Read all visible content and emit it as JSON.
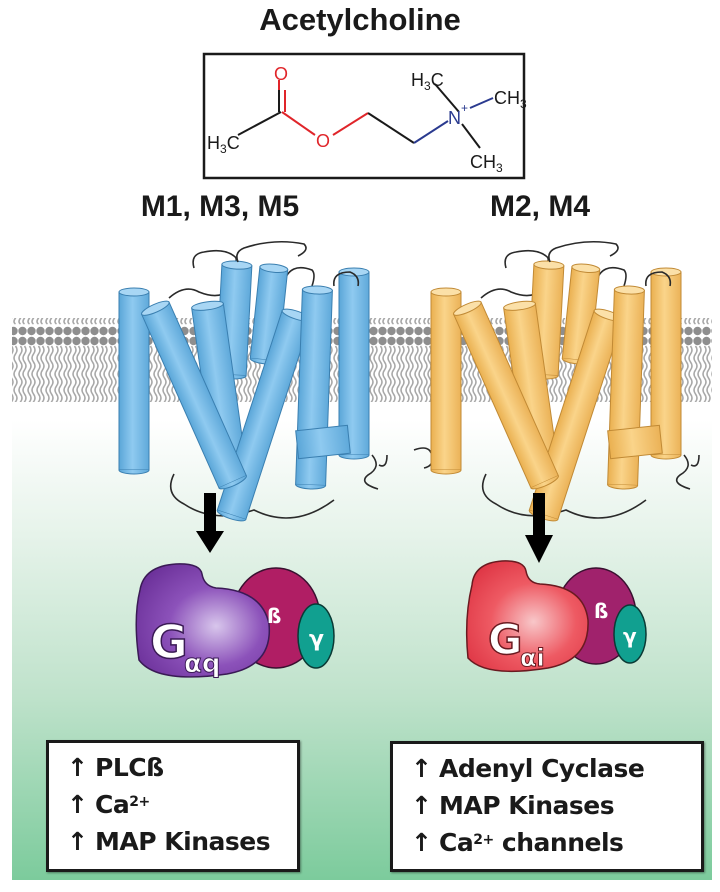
{
  "title": "Acetylcholine",
  "molecule": {
    "name": "Acetylcholine",
    "atoms": {
      "methyl_left": "H3C",
      "carbonyl_oxygen": "O",
      "ester_oxygen": "O",
      "nitrogen": "N",
      "nitrogen_charge": "+",
      "methyl_top": "H3C",
      "methyl_right": "CH3",
      "methyl_bottom": "CH3"
    },
    "colors": {
      "oxygen": "#e0252a",
      "nitrogen": "#2a3a8f",
      "carbon": "#1a1a1a"
    }
  },
  "groups": [
    {
      "title": "M1, M3, M5",
      "receptor_color": "#7ec0ea",
      "g_protein": {
        "alpha_label": "G",
        "alpha_subscript": "αq",
        "beta_label": "ß",
        "gamma_label": "γ",
        "alpha_color": "#7b3fa8",
        "beta_color": "#b01e64",
        "gamma_color": "#11a090"
      },
      "effects": [
        {
          "arrow": "↑",
          "text": "PLCß",
          "sup": "",
          "suffix": ""
        },
        {
          "arrow": "↑",
          "text": "Ca",
          "sup": "2+",
          "suffix": ""
        },
        {
          "arrow": "↑",
          "text": "MAP Kinases",
          "sup": "",
          "suffix": ""
        }
      ]
    },
    {
      "title": "M2, M4",
      "receptor_color": "#f6c870",
      "g_protein": {
        "alpha_label": "G",
        "alpha_subscript": "αi",
        "beta_label": "ß",
        "gamma_label": "γ",
        "alpha_color": "#e8404e",
        "beta_color": "#a0226c",
        "gamma_color": "#11a090"
      },
      "effects": [
        {
          "arrow": "↑",
          "text": "Adenyl Cyclase",
          "sup": "",
          "suffix": ""
        },
        {
          "arrow": "↑",
          "text": "MAP Kinases",
          "sup": "",
          "suffix": ""
        },
        {
          "arrow": "↑",
          "text": "Ca",
          "sup": "2+",
          "suffix": " channels"
        }
      ]
    }
  ],
  "colors": {
    "membrane": "#9a9a9a",
    "cytoplasm_top": "#ffffff",
    "cytoplasm_bottom": "#7ccb9c",
    "arrow": "#000000"
  }
}
